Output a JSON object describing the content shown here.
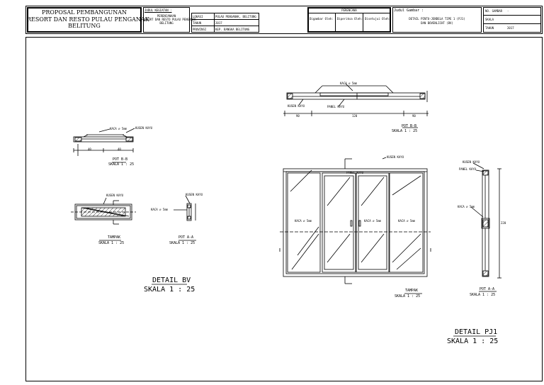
{
  "title_block": {
    "project_line1": "PROPOSAL PEMBANGUNAN",
    "project_line2": "RESORT DAN RESTO PULAU PENGANAK",
    "project_line3": "BELITUNG",
    "judul_label": "JUDUL KEGIATAN :",
    "kegiatan_line1": "PERENCANAAN",
    "kegiatan_line2": "RESORT DAN RESTO PULAU PENGANAK",
    "kegiatan_line3": "BELITUNG",
    "lokasi_label": "LOKASI",
    "lokasi_value": "PULAU PENGANAK, BELITUNG",
    "tahun_label": "TAHUN",
    "tahun_value": "2017",
    "provinsi_label": "PROVINSI",
    "provinsi_value": "KEP. BANGKA BELITUNG",
    "perencana_header": "PERENCANA",
    "digambar_label": "Digambar Oleh:",
    "diperiksa_label": "Diperiksa Oleh:",
    "disetujui_label": "Disetujui Oleh:",
    "jgambar_label": "Judul Gambar :",
    "jgambar_line1": "DETAIL PINTU-JENDELA TIPE 1 (PJ1)",
    "jgambar_line2": "DAN BOVENLICHT (BV)",
    "no_gambar_label": "NO. GAMBAR",
    "no_gambar_value": "-",
    "skala_label": "SKALA",
    "skala_value": "",
    "tahun2_label": "TAHUN",
    "tahun2_value": "2017"
  },
  "detail_bv": {
    "pot_bb_label": "POT B-B",
    "pot_bb_scale": "SKALA   1 : 25",
    "tampak_label": "TAMPAK",
    "tampak_scale": "SKALA   1 : 25",
    "pot_aa_label": "POT A-A",
    "pot_aa_scale": "SKALA   1 : 25",
    "title": "DETAIL BV",
    "scale": "SKALA   1 : 25",
    "kaca_note": "KACA ∅ 5mm",
    "kusen_note": "KUSEN KAYU",
    "dim_a": "40",
    "dim_b": "40"
  },
  "detail_pj1": {
    "pot_bb_label": "POT B-B",
    "pot_bb_scale": "SKALA   1 : 25",
    "tampak_label": "TAMPAK",
    "tampak_scale": "SKALA   1 : 25",
    "pot_aa_label": "POT A-A",
    "pot_aa_scale": "SKALA   1 : 25",
    "title": "DETAIL PJ1",
    "scale": "SKALA   1 : 25",
    "kaca_note": "KACA ∅ 5mm",
    "kusen_note": "KUSEN KAYU",
    "panel_note": "PANEL KAYU",
    "dim_left": "90",
    "dim_mid": "120",
    "dim_right": "90",
    "dim_height": "220"
  },
  "colors": {
    "line": "#000000",
    "paper": "#ffffff"
  }
}
